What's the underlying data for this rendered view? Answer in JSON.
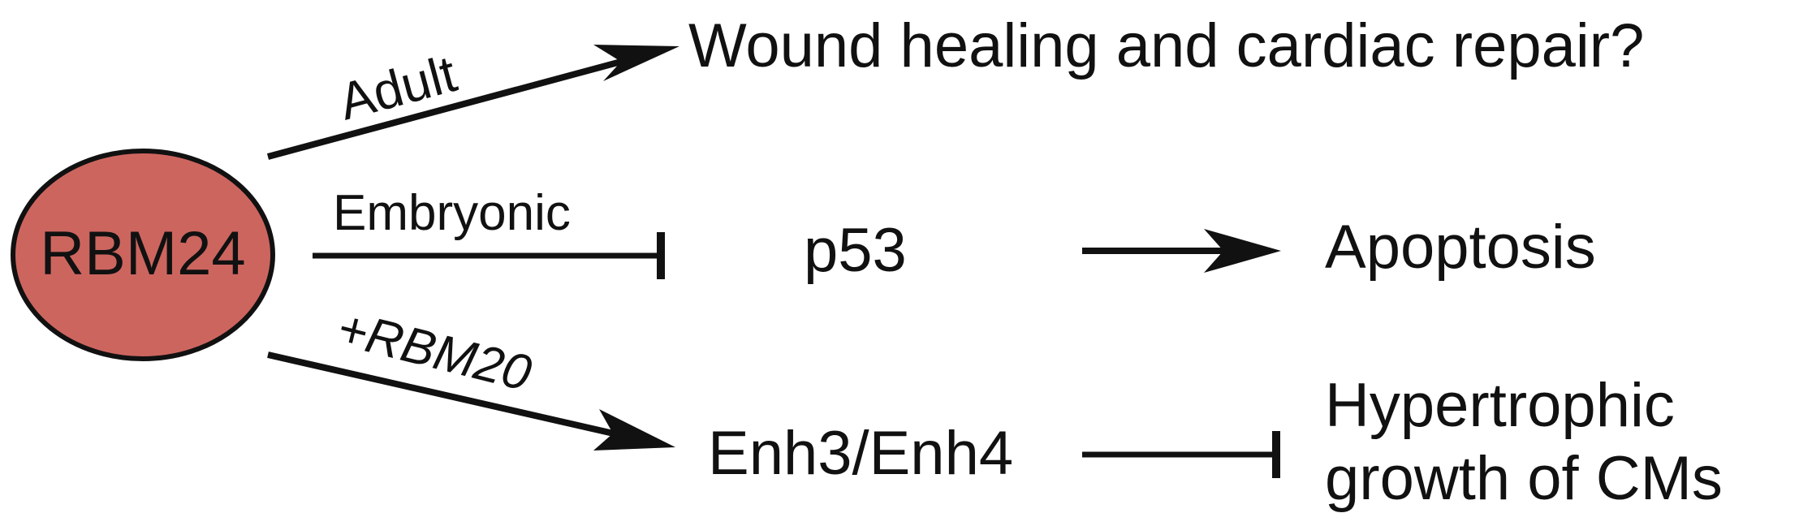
{
  "diagram": {
    "central_node": {
      "label": "RBM24",
      "fill_color": "#cd655f",
      "stroke_color": "#111111"
    },
    "edges": {
      "adult": {
        "label": "Adult",
        "type": "activation",
        "target": "Wound healing and cardiac repair?"
      },
      "embryonic": {
        "label": "Embryonic",
        "type": "inhibition",
        "target": "p53"
      },
      "rbm20": {
        "label": "+RBM20",
        "type": "activation",
        "target": "Enh3/Enh4"
      },
      "p53_to_apoptosis": {
        "type": "activation",
        "target": "Apoptosis"
      },
      "enh_to_hypertrophy": {
        "type": "inhibition",
        "target": "Hypertrophic growth of CMs"
      }
    },
    "nodes": {
      "wound": "Wound healing and cardiac repair?",
      "p53": "p53",
      "apoptosis": "Apoptosis",
      "enh": "Enh3/Enh4",
      "hypertrophic_line1": "Hypertrophic",
      "hypertrophic_line2": "growth of CMs"
    },
    "line_color": "#111111"
  }
}
